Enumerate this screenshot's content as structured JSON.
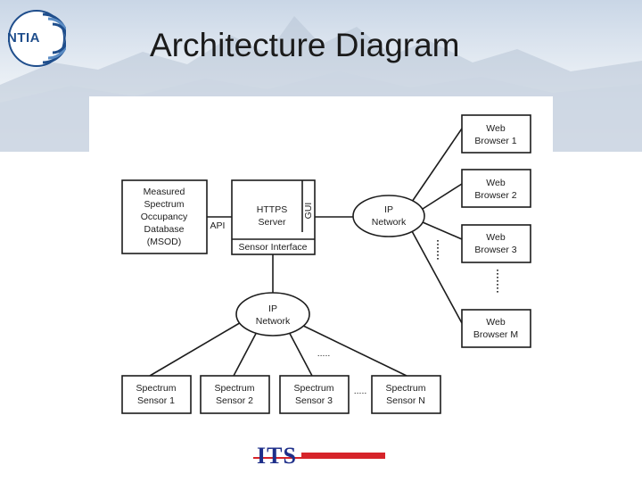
{
  "slide": {
    "title": "Architecture Diagram",
    "logo_text": "NTIA",
    "footer_logo_text": "ITS"
  },
  "colors": {
    "logo_blue": "#1f4e8c",
    "its_blue": "#1e2f8a",
    "its_red": "#d6242a"
  },
  "diagram": {
    "msod": [
      "Measured",
      "Spectrum",
      "Occupancy",
      "Database",
      "(MSOD)"
    ],
    "api": "API",
    "https_server": [
      "HTTPS",
      "Server"
    ],
    "gui": "GUI",
    "sensor_interface": "Sensor Interface",
    "ip_network_top": [
      "IP",
      "Network"
    ],
    "ip_network_bottom": [
      "IP",
      "Network"
    ],
    "browsers": [
      [
        "Web",
        "Browser 1"
      ],
      [
        "Web",
        "Browser 2"
      ],
      [
        "Web",
        "Browser 3"
      ],
      [
        "Web",
        "Browser M"
      ]
    ],
    "sensors": [
      [
        "Spectrum",
        "Sensor 1"
      ],
      [
        "Spectrum",
        "Sensor 2"
      ],
      [
        "Spectrum",
        "Sensor 3"
      ],
      [
        "Spectrum",
        "Sensor N"
      ]
    ],
    "ellipsis": "....."
  }
}
